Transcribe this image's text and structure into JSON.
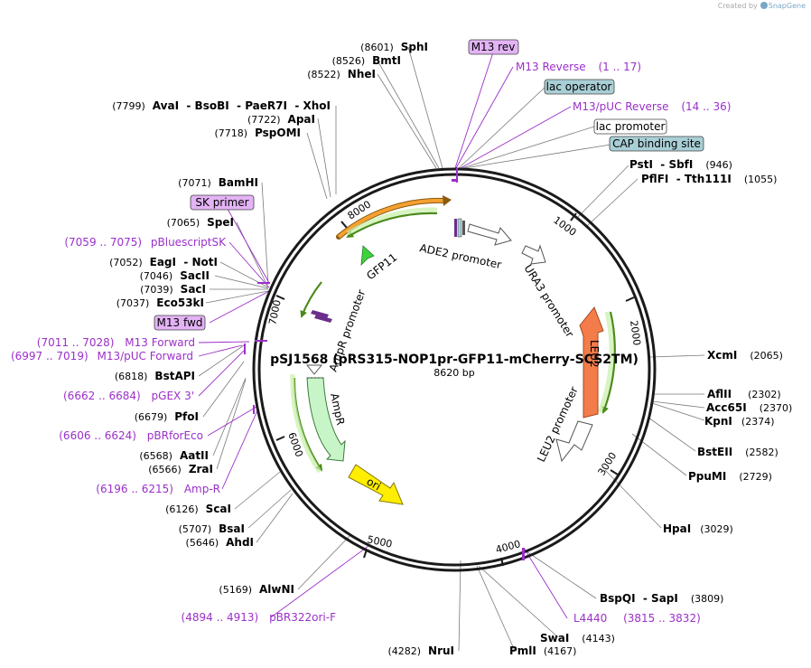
{
  "credit": {
    "prefix": "Created by",
    "brand": "SnapGene"
  },
  "plasmid": {
    "name": "pSJ1568 (pRS315-NOP1pr-GFP11-mCherry-SCS2TM)",
    "length": "8620 bp"
  },
  "ticks": [
    "1000",
    "2000",
    "3000",
    "4000",
    "5000",
    "6000",
    "7000",
    "8000"
  ],
  "boxed_labels": {
    "m13_rev": "M13 rev",
    "lac_operator": "lac operator",
    "lac_promoter": "lac promoter",
    "cap_site": "CAP binding site",
    "sk_primer": "SK primer",
    "m13_fwd": "M13 fwd"
  },
  "features": {
    "ade2": "ADE2 promoter",
    "ura3": "URA3 promoter",
    "leu2": "LEU2",
    "leu2_promoter": "LEU2 promoter",
    "gfp11": "GFP11",
    "ampr_promoter": "AmpR promoter",
    "ampr": "AmpR",
    "ori": "ori"
  },
  "primers": {
    "m13_reverse": {
      "name": "M13 Reverse",
      "range": "(1 .. 17)"
    },
    "m13_puc_reverse": {
      "name": "M13/pUC Reverse",
      "range": "(14 .. 36)"
    },
    "pbluescriptsk": {
      "range": "(7059 .. 7075)",
      "name": "pBluescriptSK"
    },
    "m13_forward": {
      "range": "(7011 .. 7028)",
      "name": "M13 Forward"
    },
    "m13_puc_forward": {
      "range": "(6997 .. 7019)",
      "name": "M13/pUC Forward"
    },
    "pgex3": {
      "range": "(6662 .. 6684)",
      "name": "pGEX 3'"
    },
    "pbrforeco": {
      "range": "(6606 .. 6624)",
      "name": "pBRforEco"
    },
    "amp_r": {
      "range": "(6196 .. 6215)",
      "name": "Amp-R"
    },
    "pbr322ori_f": {
      "range": "(4894 .. 4913)",
      "name": "pBR322ori-F"
    },
    "l4440": {
      "name": "L4440",
      "range": "(3815 .. 3832)"
    }
  },
  "sites": {
    "sphi": {
      "pos": "(8601)",
      "name": "SphI"
    },
    "bmti": {
      "pos": "(8526)",
      "name": "BmtI"
    },
    "nhei": {
      "pos": "(8522)",
      "name": "NheI"
    },
    "xhoi_group": {
      "pos": "(7799)",
      "names": "AvaI  - BsoBI  - PaeR7I  - XhoI"
    },
    "apai": {
      "pos": "(7722)",
      "name": "ApaI"
    },
    "pspomi": {
      "pos": "(7718)",
      "name": "PspOMI"
    },
    "bamhi": {
      "pos": "(7071)",
      "name": "BamHI"
    },
    "spei": {
      "pos": "(7065)",
      "name": "SpeI"
    },
    "eagi_noti": {
      "pos": "(7052)",
      "names": "EagI  - NotI"
    },
    "sacii": {
      "pos": "(7046)",
      "name": "SacII"
    },
    "saci": {
      "pos": "(7039)",
      "name": "SacI"
    },
    "eco53ki": {
      "pos": "(7037)",
      "name": "Eco53kI"
    },
    "bstapi": {
      "pos": "(6818)",
      "name": "BstAPI"
    },
    "pfoi": {
      "pos": "(6679)",
      "name": "PfoI"
    },
    "aatii": {
      "pos": "(6568)",
      "name": "AatII"
    },
    "zrai": {
      "pos": "(6566)",
      "name": "ZraI"
    },
    "scai": {
      "pos": "(6126)",
      "name": "ScaI"
    },
    "bsai": {
      "pos": "(5707)",
      "name": "BsaI"
    },
    "ahdi": {
      "pos": "(5646)",
      "name": "AhdI"
    },
    "alwni": {
      "pos": "(5169)",
      "name": "AlwNI"
    },
    "nrui": {
      "pos": "(4282)",
      "name": "NruI"
    },
    "pmli": {
      "name": "PmlI",
      "pos": "(4167)"
    },
    "swai": {
      "name": "SwaI",
      "pos": "(4143)"
    },
    "bspqi_sapi": {
      "names": "BspQI  - SapI",
      "pos": "(3809)"
    },
    "hpai": {
      "name": "HpaI",
      "pos": "(3029)"
    },
    "ppumi": {
      "name": "PpuMI",
      "pos": "(2729)"
    },
    "bsteii": {
      "name": "BstEII",
      "pos": "(2582)"
    },
    "kpni": {
      "name": "KpnI",
      "pos": "(2374)"
    },
    "acc65i": {
      "name": "Acc65I",
      "pos": "(2370)"
    },
    "aflii": {
      "name": "AflII",
      "pos": "(2302)"
    },
    "xcmi": {
      "name": "XcmI",
      "pos": "(2065)"
    },
    "psti_sbfi": {
      "names": "PstI  - SbfI",
      "pos": "(946)"
    },
    "pflfi_tth111i": {
      "names": "PflFI  - Tth111I",
      "pos": "(1055)"
    }
  },
  "colors": {
    "backbone": "#1a1a1a",
    "primer": "#9b30c9",
    "primer_box": "#e3b3f5",
    "regulatory_box": "#a9cfd6",
    "leu2": "#f47c4a",
    "ampr": "#c8f5c8",
    "ori": "#ffee00",
    "gfp11": "#3cd33c",
    "orange_arrow": "#f5a030",
    "green_arc": "#5aa028"
  }
}
